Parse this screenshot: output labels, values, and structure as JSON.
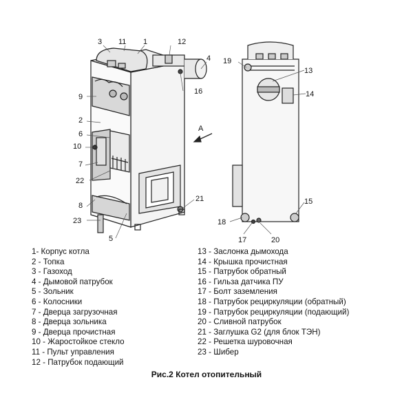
{
  "callouts": {
    "c1": "1",
    "c2": "2",
    "c3": "3",
    "c4": "4",
    "c5": "5",
    "c6": "6",
    "c7": "7",
    "c8": "8",
    "c9": "9",
    "c10": "10",
    "c11": "11",
    "c12": "12",
    "c13": "13",
    "c14": "14",
    "c15": "15",
    "c16": "16",
    "c17": "17",
    "c18": "18",
    "c19": "19",
    "c20": "20",
    "c21": "21",
    "c22": "22",
    "c23": "23",
    "arrow_a": "A"
  },
  "legend_left": [
    "1- Корпус  котла",
    "2 - Топка",
    "3 - Газоход",
    "4 - Дымовой патрубок",
    "5 - Зольник",
    "6 - Колосники",
    "7 - Дверца загрузочная",
    "8 - Дверца зольника",
    "9 - Дверца прочистная",
    "10 - Жаростойкое стекло",
    "11 - Пульт управления",
    "12 - Патрубок подающий"
  ],
  "legend_right": [
    "13 - Заслонка дымохода",
    "14 - Крышка прочистная",
    "15 - Патрубок обратный",
    "16 - Гильза датчика ПУ",
    "17 - Болт заземления",
    "18 - Патрубок рециркуляции  (обратный)",
    "19 - Патрубок рециркуляции  (подающий)",
    "20 - Сливной патрубок",
    "21 - Заглушка G2 (для блок ТЭН)",
    "22 - Решетка шуровочная",
    "23 - Шибер"
  ],
  "caption": "Рис.2 Котел отопительный"
}
